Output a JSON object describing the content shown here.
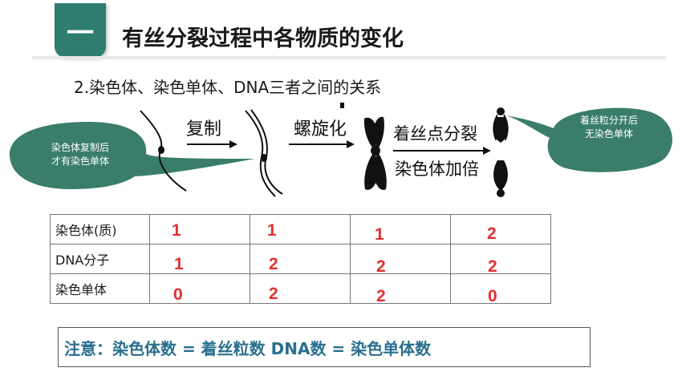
{
  "header": {
    "badge": "一",
    "title": "有丝分裂过程中各物质的变化"
  },
  "subtitle": "2.染色体、染色单体、DNA三者之间的关系",
  "diagram": {
    "arrow1_label": "复制",
    "arrow2_label": "螺旋化",
    "arrow3_label_top": "着丝点分裂",
    "arrow3_label_bottom": "染色体加倍"
  },
  "callouts": {
    "left_line1": "染色体复制后",
    "left_line2": "才有染色单体",
    "right_line1": "着丝粒分开后",
    "right_line2": "无染色单体"
  },
  "table": {
    "rows": [
      {
        "label": "染色体(质)",
        "values": [
          "1",
          "1",
          "1",
          "2"
        ]
      },
      {
        "label": "DNA分子",
        "values": [
          "1",
          "2",
          "2",
          "2"
        ]
      },
      {
        "label": "染色单体",
        "values": [
          "0",
          "2",
          "2",
          "0"
        ]
      }
    ]
  },
  "note": "注意：染色体数 = 着丝粒数      DNA数 = 染色单体数",
  "colors": {
    "accent": "#2e7d6e",
    "callout": "#3a7d6b",
    "value_red": "#e03030",
    "note_blue": "#2a6f8e"
  }
}
